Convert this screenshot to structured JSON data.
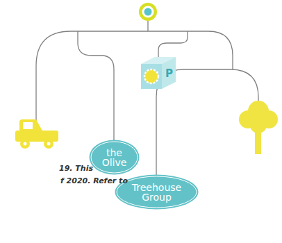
{
  "diagram": {
    "nodes": [
      {
        "text": [
          "P"
        ]
      },
      {
        "text": [
          "the Olive"
        ]
      },
      {
        "text": [
          "Treehouse Group"
        ]
      }
    ],
    "labels": [
      "19. This",
      "f 2020. Refer to"
    ]
  }
}
